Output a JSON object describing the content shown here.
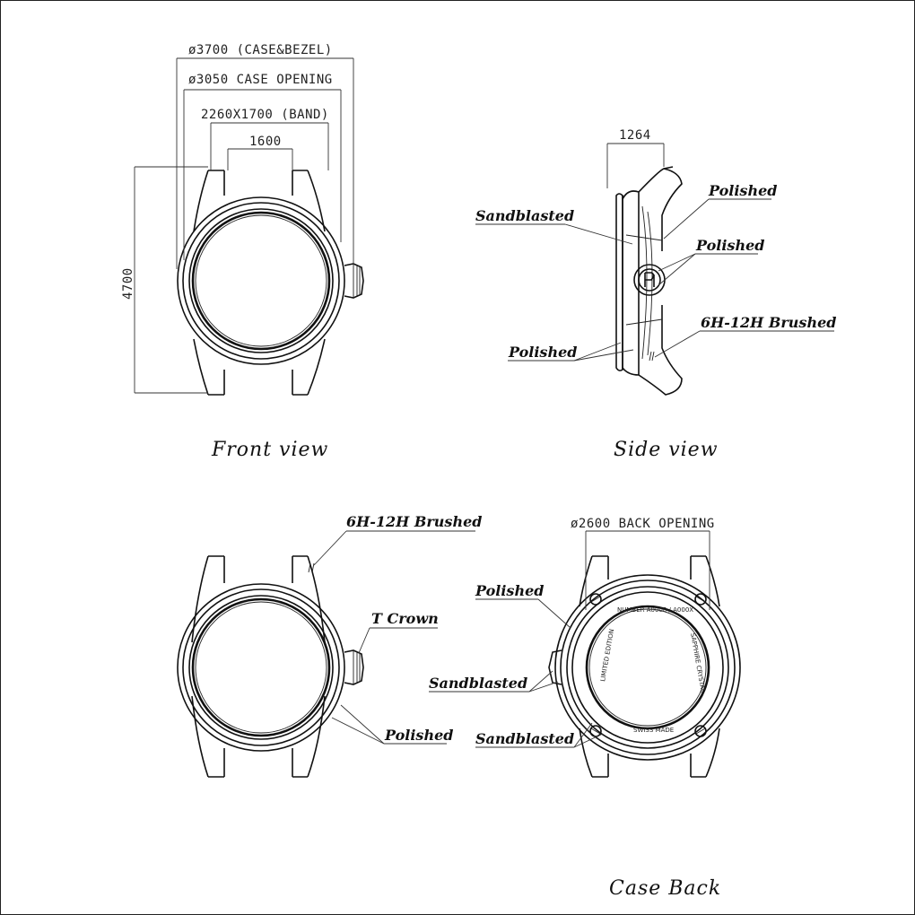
{
  "views": {
    "front": "Front view",
    "side": "Side view",
    "back": "Case Back"
  },
  "dimensions": {
    "case_bezel": "ø3700 (CASE&BEZEL)",
    "case_opening": "ø3050 CASE OPENING",
    "band": "2260X1700 (BAND)",
    "lug_inner": "1600",
    "height": "4700",
    "thickness": "1264",
    "back_opening": "ø2600 BACK OPENING"
  },
  "callouts": {
    "side_polished_1": "Polished",
    "side_sandblasted": "Sandblasted",
    "side_polished_2": "Polished",
    "side_brushed": "6H-12H Brushed",
    "side_polished_3": "Polished",
    "front2_brushed": "6H-12H Brushed",
    "front2_crown": "T Crown",
    "front2_polished": "Polished",
    "back_polished": "Polished",
    "back_sandblasted_1": "Sandblasted",
    "back_sandblasted_2": "Sandblasted"
  },
  "engravings": {
    "top": "NUMBER A0000 / A000X",
    "left": "LIMITED EDITION",
    "right": "SAPPHIRE CRYSTAL",
    "bottom": "SWISS MADE"
  }
}
